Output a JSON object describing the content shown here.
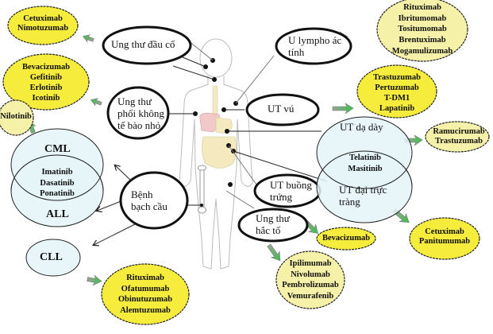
{
  "colors": {
    "drug_fill": "#f5ec3c",
    "drug_fill_pale": "#f6f1a8",
    "leuk_fill": "#e4f4f8",
    "arrow_green": "#4caf50",
    "outline": "#111111"
  },
  "diseases": {
    "head_neck": {
      "label": "Ung thư đầu cổ"
    },
    "lymphoma": {
      "line1": "U lympho ác",
      "line2": "tính"
    },
    "nsclc": {
      "line1": "Ung thư",
      "line2": "phổi không",
      "line3": "tế bào nhỏ"
    },
    "breast": {
      "label": "UT vú"
    },
    "stomach": {
      "label": "UT dạ dày"
    },
    "colorectal": {
      "line1": "UT đại trực",
      "line2": "tràng"
    },
    "ovarian": {
      "line1": "UT buồng",
      "line2": "trứng"
    },
    "melanoma": {
      "line1": "Ung thư",
      "line2": "hắc tố"
    },
    "leukemia": {
      "line1": "Bệnh",
      "line2": "bạch cầu"
    },
    "cml": {
      "label": "CML"
    },
    "all": {
      "label": "ALL"
    },
    "cll": {
      "label": "CLL"
    }
  },
  "drugs": {
    "head_neck": [
      "Cetuximab",
      "Nimotuzumab"
    ],
    "lymphoma": [
      "Rituximab",
      "Ibritumomab",
      "Tositumomab",
      "Brentuximab",
      "Mogamulizumab"
    ],
    "nsclc": [
      "Bevacizumab",
      "Gefitinib",
      "Erlotinib",
      "Icotinib"
    ],
    "cml_only": [
      "Nilotinib"
    ],
    "cml_all": [
      "Imatinib",
      "Dasatinib",
      "Ponatinib"
    ],
    "breast": [
      "Trastuzumab",
      "Pertuzumab",
      "T-DM1",
      "Lapatinib"
    ],
    "stomach": [
      "Ramucirumab",
      "Trastuzumab"
    ],
    "stomach_colorectal": [
      "Telatinib",
      "Masitinib"
    ],
    "colorectal": [
      "Cetuximab",
      "Panitumumab"
    ],
    "ovarian": [
      "Bevacizumab"
    ],
    "melanoma": [
      "Ipilimumab",
      "Nivolumab",
      "Pembrolizumab",
      "Vemurafenib"
    ],
    "cll": [
      "Rituximab",
      "Ofatumumab",
      "Obinutuzumab",
      "Alemtuzumab"
    ]
  }
}
